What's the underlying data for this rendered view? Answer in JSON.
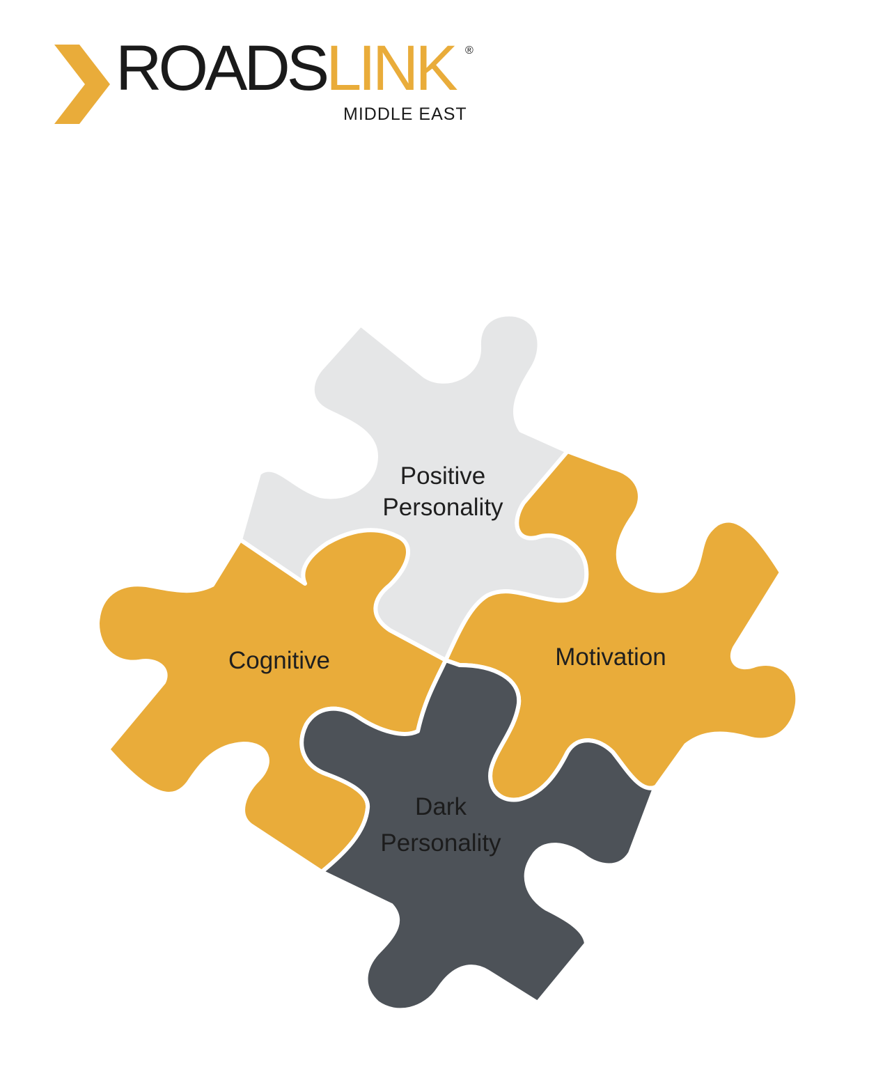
{
  "logo": {
    "word_dark": "ROADS",
    "word_accent": "LINK",
    "registered_mark": "®",
    "tagline": "MIDDLE EAST"
  },
  "puzzle": {
    "positive": {
      "line1": "Positive",
      "line2": "Personality"
    },
    "cognitive": {
      "label": "Cognitive"
    },
    "motivation": {
      "label": "Motivation"
    },
    "dark": {
      "line1": "Dark",
      "line2": "Personality"
    }
  },
  "colors": {
    "accent": "#e9ac3a",
    "light_gray": "#e5e6e7",
    "dark_gray": "#4d5258",
    "text": "#1a1a1a",
    "background": "#ffffff"
  }
}
